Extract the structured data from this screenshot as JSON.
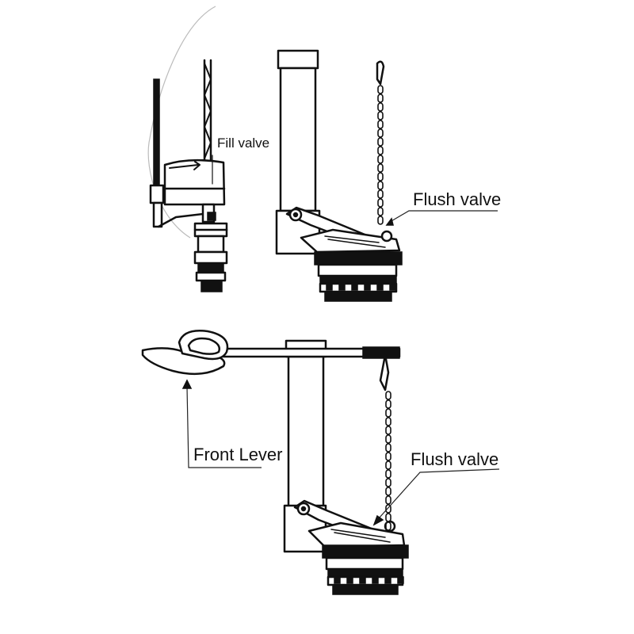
{
  "labels": {
    "fill_valve": "Fill valve",
    "flush_valve_top": "Flush valve",
    "front_lever": "Front Lever",
    "flush_valve_bottom": "Flush valve"
  },
  "colors": {
    "line": "#111111",
    "background": "#ffffff"
  }
}
